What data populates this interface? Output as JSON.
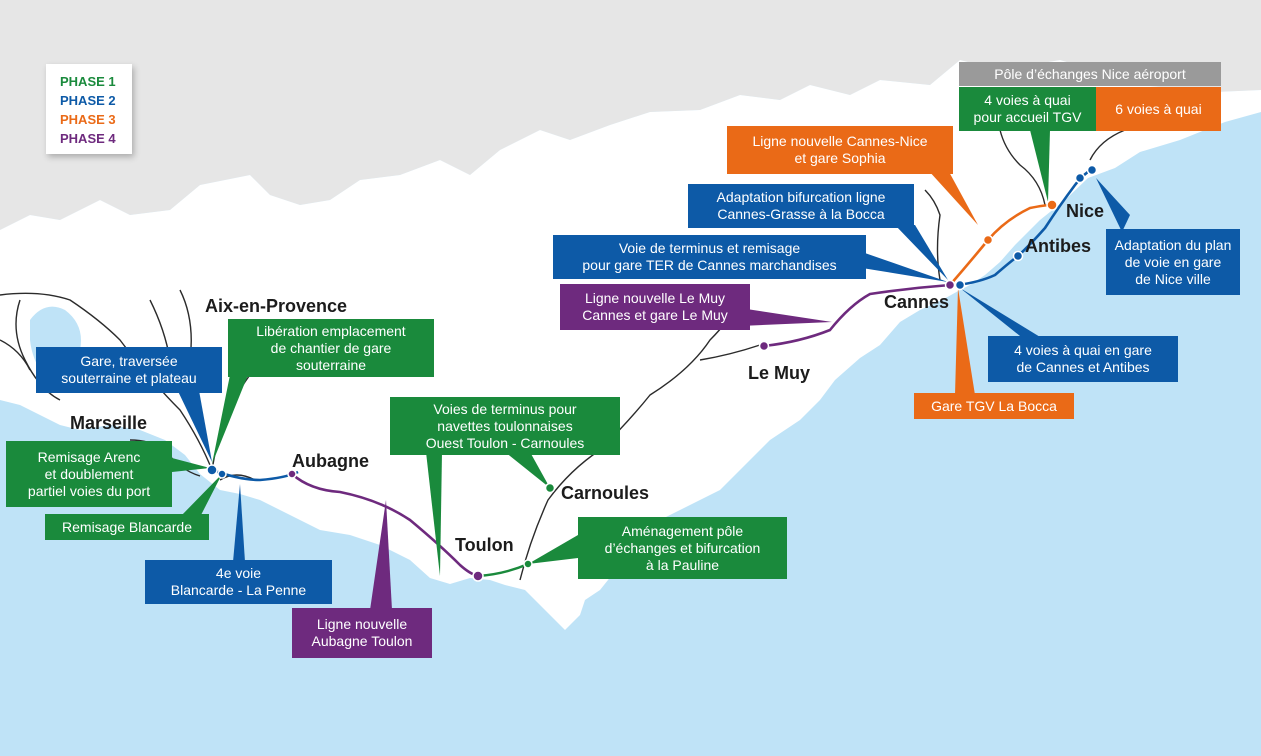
{
  "colors": {
    "phase1": "#1a8a3c",
    "phase2": "#0d5aa7",
    "phase3": "#ea6a17",
    "phase4": "#6e2a7e",
    "sea": "#bfe3f7",
    "land": "#ffffff",
    "outside": "#e6e6e6"
  },
  "legend": {
    "phase1": "PHASE 1",
    "phase2": "PHASE 2",
    "phase3": "PHASE 3",
    "phase4": "PHASE 4"
  },
  "cities": {
    "aix": "Aix-en-Provence",
    "marseille": "Marseille",
    "aubagne": "Aubagne",
    "toulon": "Toulon",
    "carnoules": "Carnoules",
    "le_muy": "Le Muy",
    "cannes": "Cannes",
    "antibes": "Antibes",
    "nice": "Nice"
  },
  "labels": {
    "gare_marseille": "Gare, traversée\nsouterraine et plateau",
    "liberation": "Libération emplacement\nde chantier de gare\nsouterraine",
    "remisage_arenc": "Remisage Arenc\net doublement\npartiel voies du port",
    "remisage_blancarde": "Remisage Blancarde",
    "quatrieme_voie": "4e voie\nBlancarde - La Penne",
    "ligne_aubagne_toulon": "Ligne nouvelle\nAubagne Toulon",
    "voies_terminus_toulon": "Voies de terminus pour\nnavettes toulonnaises\nOuest Toulon - Carnoules",
    "pauline": "Aménagement pôle\nd’échanges et bifurcation\nà la Pauline",
    "ligne_le_muy": "Ligne nouvelle Le Muy\nCannes et gare Le Muy",
    "terminus_cannes": "Voie de terminus et remisage\npour gare TER de Cannes marchandises",
    "bifurcation_bocca": "Adaptation bifurcation ligne\nCannes-Grasse à la Bocca",
    "ligne_cannes_nice": "Ligne nouvelle Cannes-Nice\net gare Sophia",
    "pole_nice": "Pôle d’échanges Nice aéroport",
    "quatre_voies_tgv": "4 voies à quai\npour accueil TGV",
    "six_voies": "6 voies à quai",
    "adaptation_nice": "Adaptation du plan\nde voie en gare\nde Nice ville",
    "quatre_voies_cannes": "4 voies à quai en gare\nde Cannes et Antibes",
    "gare_tgv_bocca": "Gare TGV La Bocca"
  }
}
